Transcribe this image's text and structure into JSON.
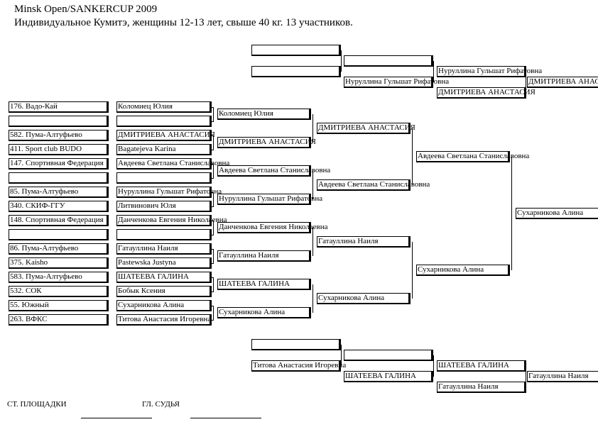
{
  "header": {
    "line1": "Minsk Open/SANKERCUP 2009",
    "line2": "Индивидуальное Кумитэ, женщины 12-13 лет, свыше  40 кг. 13 участников."
  },
  "participants": [
    {
      "club": "176. Вадо-Кай",
      "name": "Коломиец Юлия"
    },
    {
      "club": "",
      "name": ""
    },
    {
      "club": "582. Пума-Алтуфьево",
      "name": "ДМИТРИЕВА АНАСТАСИЯ"
    },
    {
      "club": "411. Sport club BUDO",
      "name": "Bagatejeva Karina"
    },
    {
      "club": "147. Спортивная Федерация",
      "name": "Авдеева Светлана Станиславовна"
    },
    {
      "club": "",
      "name": ""
    },
    {
      "club": "85. Пума-Алтуфьево",
      "name": "Нуруллина  Гульшат Рифатовна"
    },
    {
      "club": "340. СКИФ-ГГУ",
      "name": "Литвинович Юля"
    },
    {
      "club": "148. Спортивная Федерация",
      "name": "Данченкова Евгения Николаевна"
    },
    {
      "club": "",
      "name": ""
    },
    {
      "club": "86. Пума-Алтуфьево",
      "name": "Гатауллина Наиля"
    },
    {
      "club": "375. Kaisho",
      "name": "Pastewska Justyna"
    },
    {
      "club": "583. Пума-Алтуфьево",
      "name": "ШАТЕЕВА ГАЛИНА"
    },
    {
      "club": "532. СОК",
      "name": "Бобык Ксения"
    },
    {
      "club": "55. Южный",
      "name": "Сухарникова Алина"
    },
    {
      "club": "263. ВФКС",
      "name": "Титова Анастасия Игоревна"
    }
  ],
  "round2": [
    "Коломиец Юлия",
    "ДМИТРИЕВА АНАСТАСИЯ",
    "Авдеева Светлана Станиславовна",
    "Нуруллина  Гульшат Рифатовна",
    "Данченкова Евгения Николаевна",
    "Гатауллина Наиля",
    "ШАТЕЕВА ГАЛИНА",
    "Сухарникова Алина"
  ],
  "round3": [
    "ДМИТРИЕВА АНАСТАСИЯ",
    "Авдеева Светлана Станиславовна",
    "Гатауллина Наиля",
    "Сухарникова Алина"
  ],
  "semifinal": [
    "Авдеева Светлана Станиславовна",
    "Сухарникова Алина"
  ],
  "final": "Сухарникова Алина",
  "repechage_top": {
    "r1": [
      "",
      ""
    ],
    "r2": [
      "",
      "Нуруллина  Гульшат Рифатовна"
    ],
    "r3": [
      "Нуруллина  Гульшат Рифатовна",
      "ДМИТРИЕВА АНАСТАСИЯ"
    ],
    "winner": "ДМИТРИЕВА АНАСТАСИЯ"
  },
  "repechage_bottom": {
    "r1": [
      "",
      "Титова Анастасия Игоревна"
    ],
    "r2": [
      "",
      "ШАТЕЕВА ГАЛИНА"
    ],
    "r3": [
      "ШАТЕЕВА ГАЛИНА",
      "Гатауллина Наиля"
    ],
    "winner": "Гатауллина Наиля"
  },
  "footer": {
    "chief_site": "СТ. ПЛОЩАДКИ",
    "chief_judge": "ГЛ. СУДЬЯ"
  }
}
